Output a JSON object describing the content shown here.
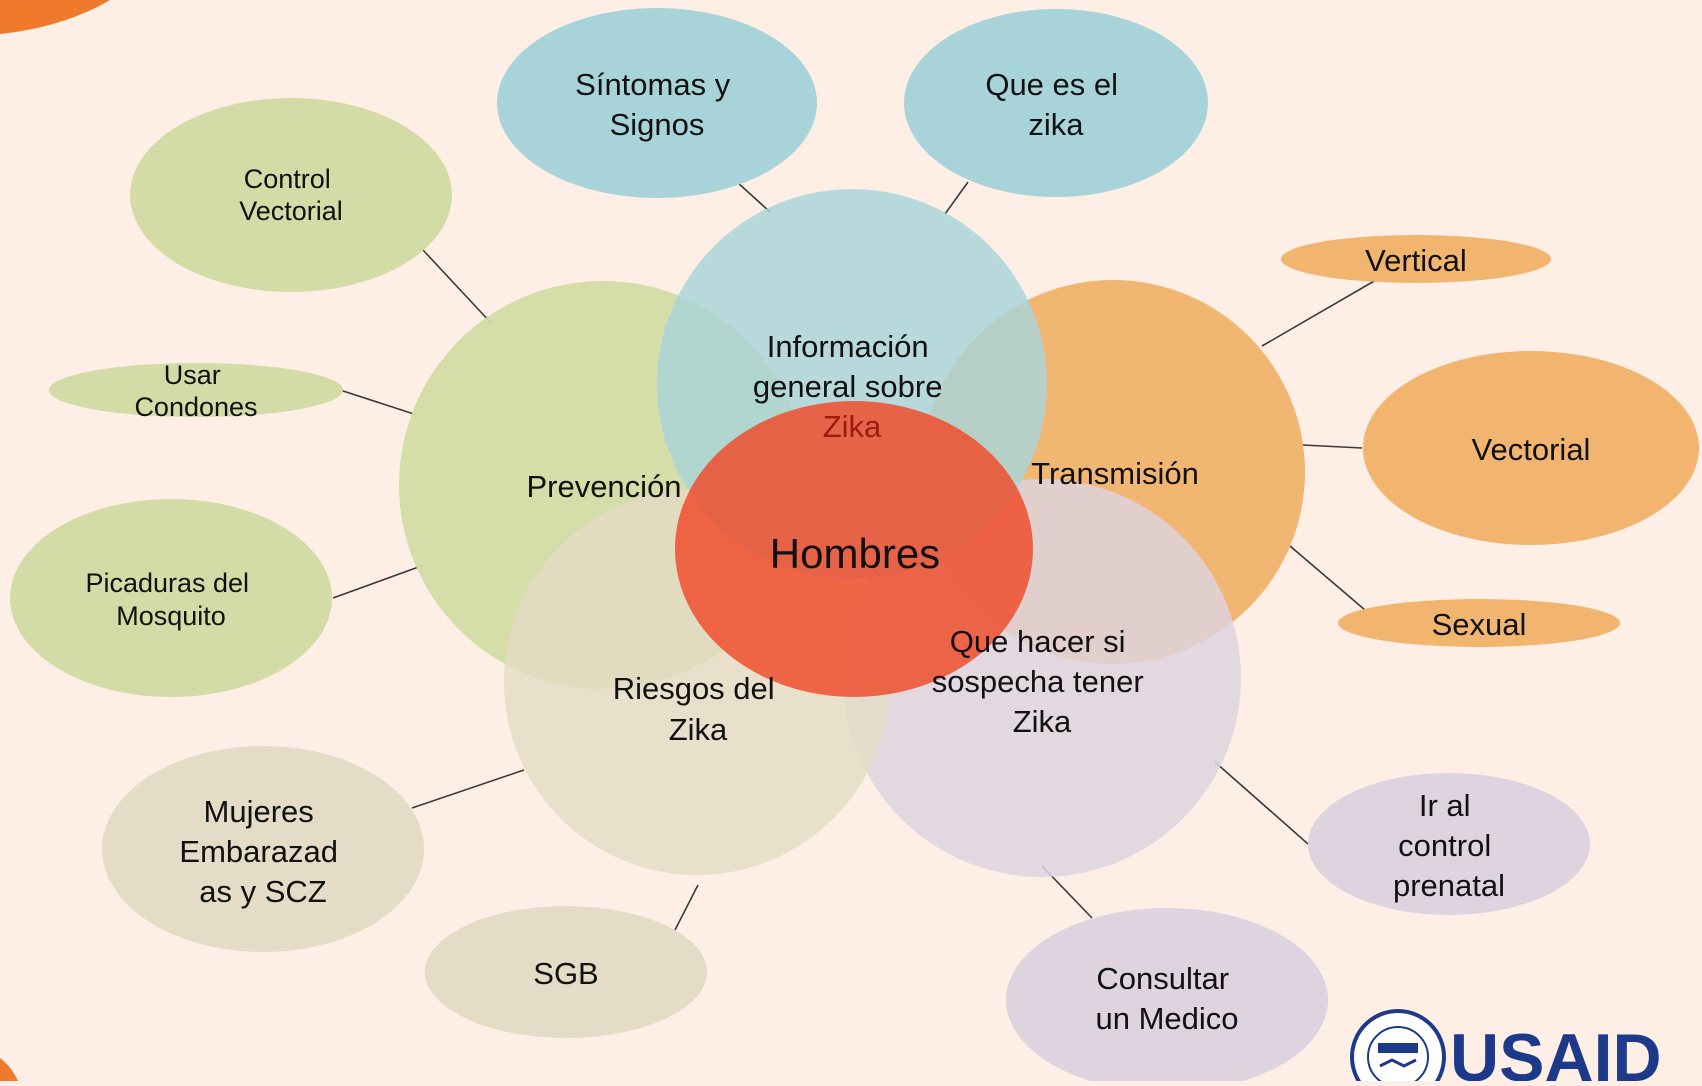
{
  "center": {
    "label": "Hombres"
  },
  "categories": {
    "info": {
      "lines": [
        "Información",
        "general sobre",
        "Zika"
      ]
    },
    "prevencion": {
      "lines": [
        "Prevención"
      ]
    },
    "transmision": {
      "lines": [
        "Transmisión"
      ]
    },
    "riesgos": {
      "lines": [
        "Riesgos del",
        "Zika"
      ]
    },
    "quehacer": {
      "lines": [
        "Que hacer si",
        "sospecha tener",
        "Zika"
      ]
    }
  },
  "leaves": {
    "sintomas": {
      "lines": [
        "Síntomas y",
        "Signos"
      ]
    },
    "quees": {
      "lines": [
        "Que es el",
        "zika"
      ]
    },
    "control_vectorial": {
      "lines": [
        "Control",
        "Vectorial"
      ]
    },
    "usar_condones": {
      "lines": [
        "Usar",
        "Condones"
      ]
    },
    "picaduras": {
      "lines": [
        "Picaduras del",
        "Mosquito"
      ]
    },
    "vertical": {
      "lines": [
        "Vertical"
      ]
    },
    "vectorial": {
      "lines": [
        "Vectorial"
      ]
    },
    "sexual": {
      "lines": [
        "Sexual"
      ]
    },
    "mujeres": {
      "lines": [
        "Mujeres",
        "Embarazad",
        "as y SCZ"
      ]
    },
    "sgb": {
      "lines": [
        "SGB"
      ]
    },
    "ir_control": {
      "lines": [
        "Ir al",
        "control",
        "prenatal"
      ]
    },
    "consultar": {
      "lines": [
        "Consultar",
        "un Medico"
      ]
    }
  },
  "logo": {
    "text": "USAID"
  },
  "colors": {
    "background": "#fdefe6",
    "blue": "#a8d4d9",
    "green": "#d3dca6",
    "orange": "#f2b570",
    "tan": "#e4dcc6",
    "lavender": "#ded3de",
    "red": "#ef4f2e",
    "usaid_blue": "#1d3a8a",
    "usaid_red": "#c8102e"
  }
}
